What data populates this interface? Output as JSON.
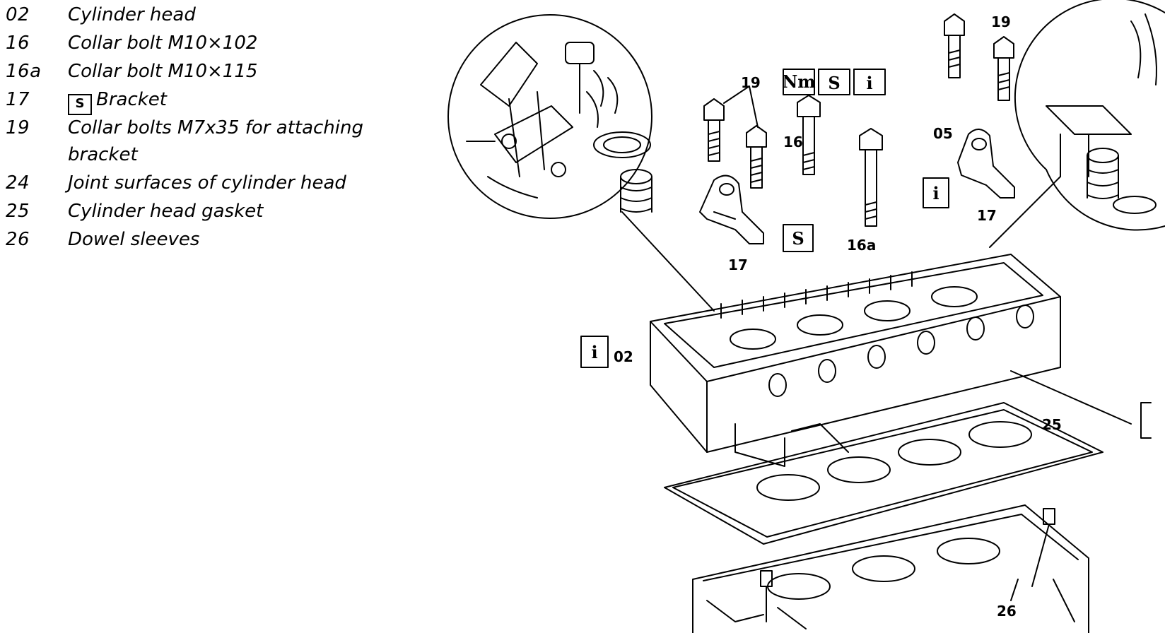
{
  "legend": [
    {
      "num": "02",
      "text": "Cylinder head"
    },
    {
      "num": "16",
      "text": "Collar bolt M10×102"
    },
    {
      "num": "16a",
      "text": "Collar bolt M10×115"
    },
    {
      "num": "17",
      "symbol": "S",
      "text": "Bracket"
    },
    {
      "num": "19",
      "text": "Collar bolts M7x35 for attaching bracket"
    },
    {
      "num": "24",
      "text": "Joint surfaces of cylinder head"
    },
    {
      "num": "25",
      "text": "Cylinder head gasket"
    },
    {
      "num": "26",
      "text": "Dowel sleeves"
    }
  ],
  "callouts": {
    "c02": "02",
    "c05": "05",
    "c16": "16",
    "c16a": "16a",
    "c17a": "17",
    "c17b": "17",
    "c19a": "19",
    "c19b": "19",
    "c25": "25",
    "c26": "26"
  },
  "symbols": {
    "nm": "Nm",
    "special_tool": "S",
    "info": "i"
  }
}
